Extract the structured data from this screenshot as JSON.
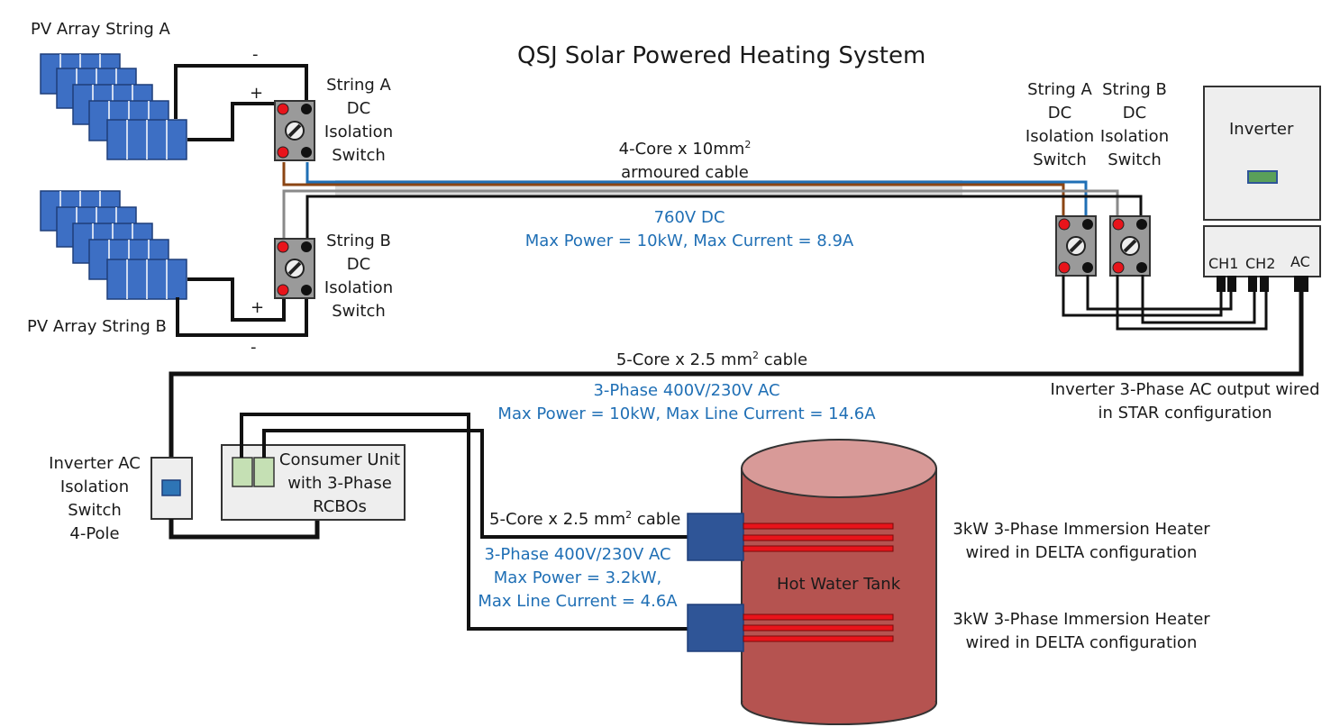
{
  "title": "QSJ Solar Powered Heating System",
  "pv": {
    "string_a": "PV Array String A",
    "string_b": "PV Array String B",
    "minus": "-",
    "plus": "+"
  },
  "switches": {
    "string_a_dc": [
      "String A",
      "DC",
      "Isolation",
      "Switch"
    ],
    "string_b_dc": [
      "String B",
      "DC",
      "Isolation",
      "Switch"
    ]
  },
  "dc_cable": {
    "name": "4-Core x 10mm",
    "sup": "2",
    "name2": "armoured cable",
    "voltage": "760V DC",
    "spec": "Max Power = 10kW, Max Current = 8.9A"
  },
  "inverter": {
    "label": "Inverter",
    "ch1": "CH1",
    "ch2": "CH2",
    "ac": "AC",
    "note1": "Inverter 3-Phase AC output wired",
    "note2": "in STAR configuration"
  },
  "ac_cable": {
    "name_pre": "5-Core x 2.5 mm",
    "sup": "2",
    "name_post": " cable",
    "phase": "3-Phase 400V/230V AC",
    "spec": "Max Power = 10kW, Max Line Current = 14.6A"
  },
  "ac_isolator": [
    "Inverter AC",
    "Isolation",
    "Switch",
    "4-Pole"
  ],
  "consumer_unit": [
    "Consumer Unit",
    "with 3-Phase",
    "RCBOs"
  ],
  "heater_cable": {
    "name_pre": "5-Core x 2.5 mm",
    "sup": "2",
    "name_post": " cable",
    "phase": "3-Phase 400V/230V AC",
    "power": "Max Power = 3.2kW,",
    "current": "Max Line Current = 4.6A"
  },
  "tank": {
    "label": "Hot Water Tank"
  },
  "heaters": [
    {
      "line1": "3kW 3-Phase Immersion Heater",
      "line2": "wired in DELTA configuration"
    },
    {
      "line1": "3kW 3-Phase Immersion Heater",
      "line2": "wired in DELTA configuration"
    }
  ],
  "colors": {
    "panel": "#3d6fc4",
    "switch_body": "#9a9a9a",
    "terminal_red": "#e8141b",
    "brown_wire": "#8b4513",
    "blue_wire": "#1f6fb5",
    "grey_wire": "#8a8a8a",
    "tank": "#b55350",
    "tank_top": "#d89a98",
    "heater_block": "#2f5597",
    "element_red": "#e8141b",
    "text_blue": "#1f6fb5"
  }
}
